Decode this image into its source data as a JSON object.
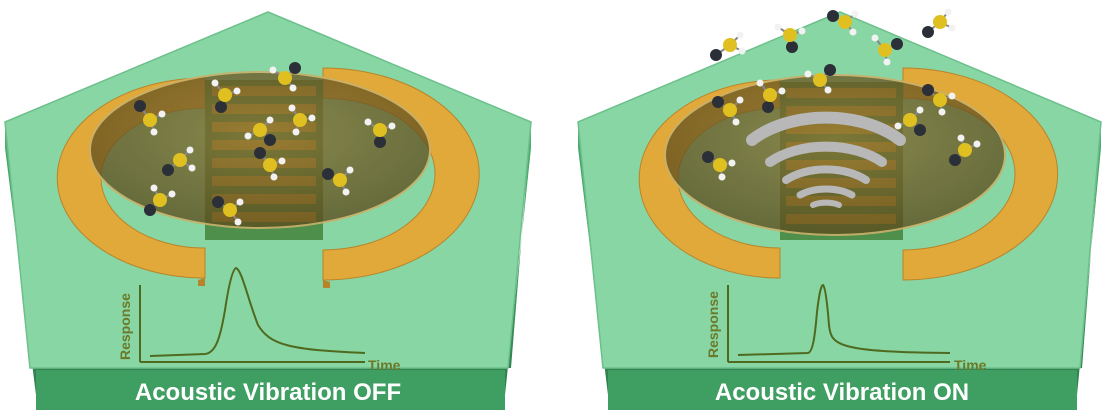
{
  "panels": [
    {
      "caption": "Acoustic Vibration OFF",
      "response_plot": {
        "ylabel": "Response",
        "xlabel": "Time",
        "curve": "broad-peak-with-long-tail"
      }
    },
    {
      "caption": "Acoustic Vibration ON",
      "response_plot": {
        "ylabel": "Response",
        "xlabel": "Time",
        "curve": "sharp-narrow-peak"
      }
    }
  ],
  "colors": {
    "platform_top": "#88d6a4",
    "platform_side": "#3f9e62",
    "electrode": "#e0a93a",
    "electrode_dark": "#b8842a",
    "sensing_film": "#6e5a25",
    "molecule_core": "#e0c020",
    "molecule_heavy_atom": "#2b2f38",
    "molecule_hydrogen": "#f2f2f2",
    "acoustic_wave": "#b8b8b8",
    "plot_line": "#4f6a1e",
    "plot_text": "#6b7a2a"
  }
}
